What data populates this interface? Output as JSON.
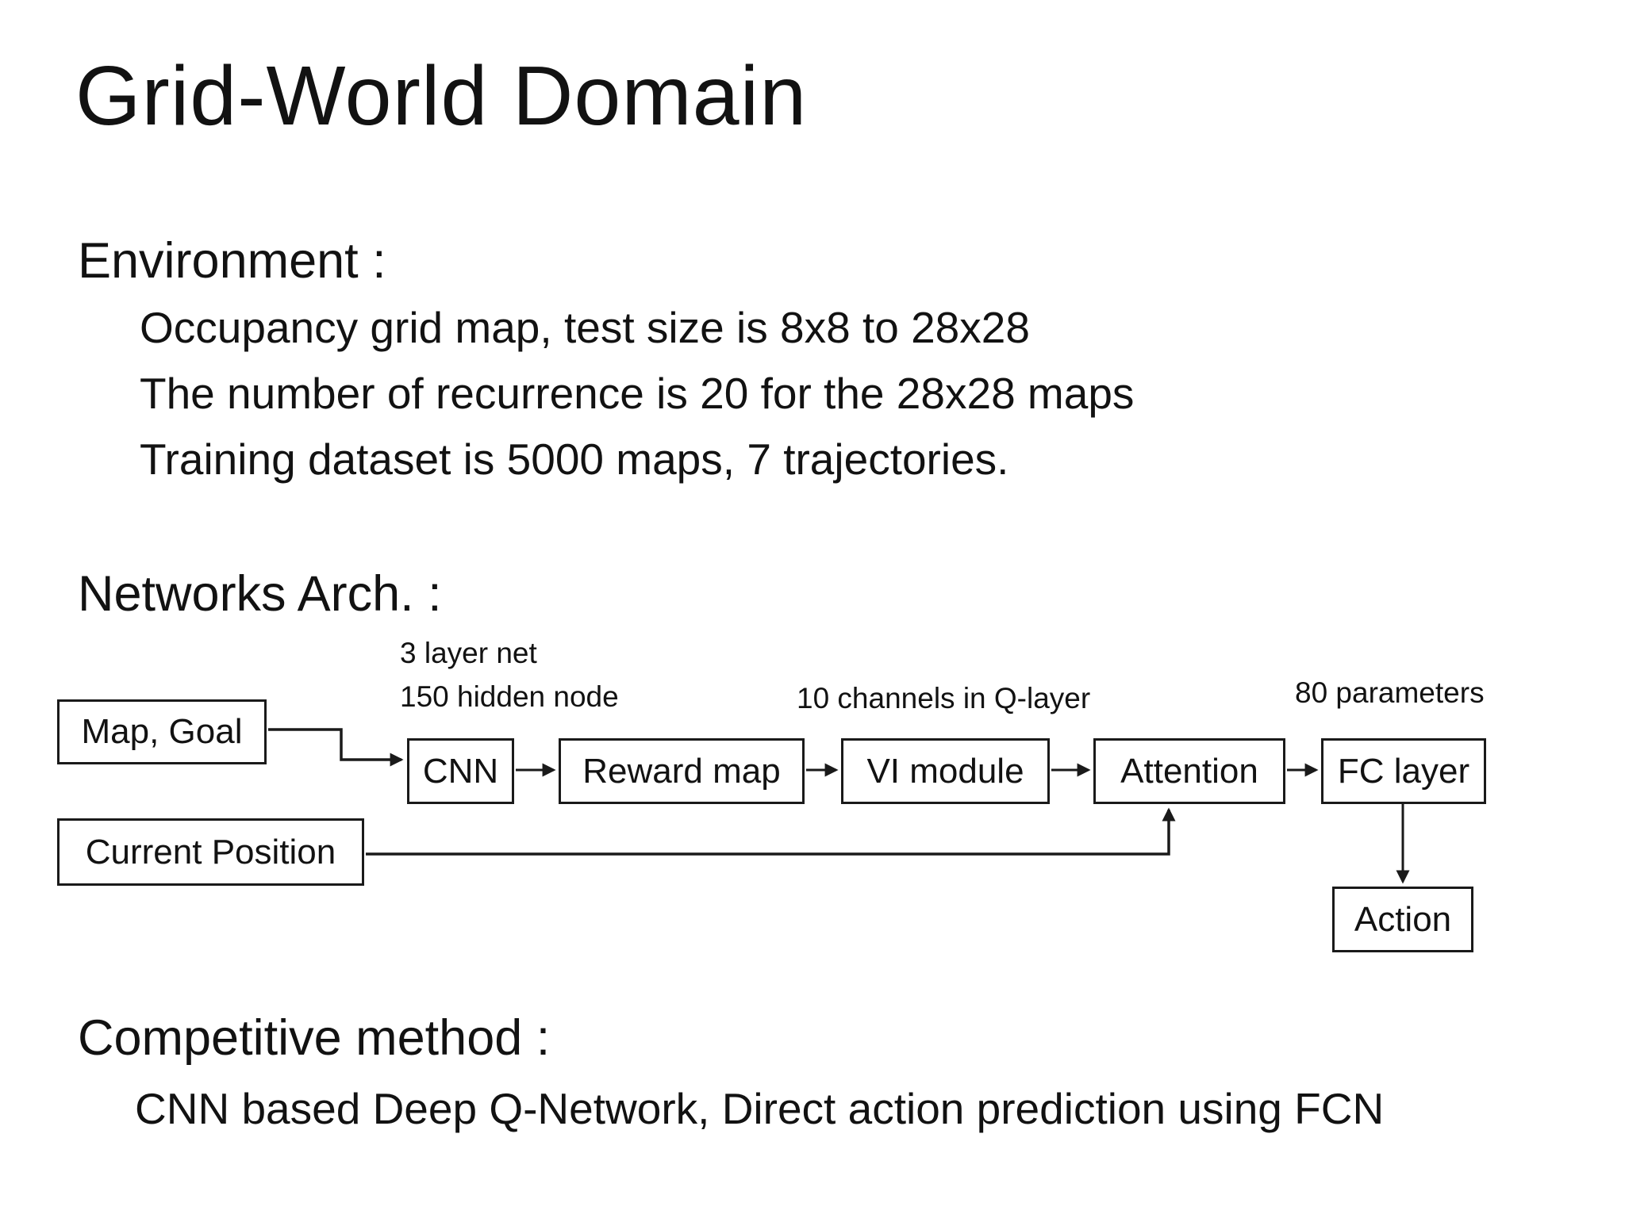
{
  "slide": {
    "title": "Grid-World Domain",
    "environment": {
      "heading": "Environment :",
      "lines": [
        "Occupancy grid map, test size is 8x8 to 28x28",
        "The number of recurrence is 20 for the 28x28 maps",
        "Training dataset is 5000 maps, 7 trajectories."
      ]
    },
    "networks": {
      "heading": "Networks Arch. :",
      "notes": {
        "cnn_line1": "3 layer net",
        "cnn_line2": "150 hidden node",
        "q_layer": "10 channels in Q-layer",
        "fc": "80 parameters"
      }
    },
    "diagram": {
      "nodes": {
        "map_goal": "Map, Goal",
        "cnn": "CNN",
        "reward_map": "Reward map",
        "vi_module": "VI module",
        "attention": "Attention",
        "fc_layer": "FC layer",
        "current_position": "Current Position",
        "action": "Action"
      }
    },
    "competitive": {
      "heading": "Competitive method :",
      "line": "CNN based Deep Q-Network, Direct action prediction using FCN"
    }
  }
}
